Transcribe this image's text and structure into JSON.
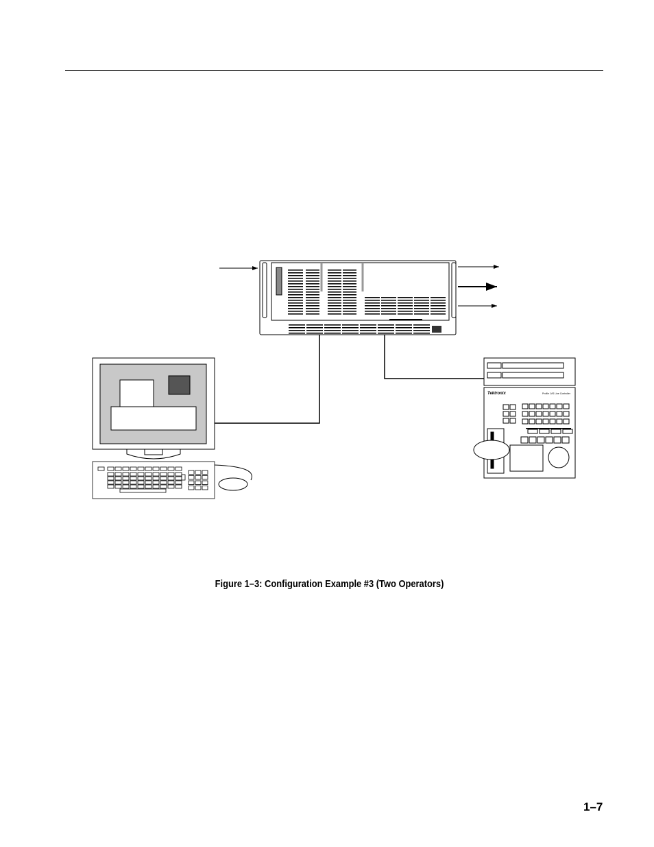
{
  "figure": {
    "caption": "Figure 1–3: Configuration Example #3 (Two Operators)",
    "controller_brand": "Tektronix",
    "controller_model": "Profile LVS Line Controller"
  },
  "page": {
    "number": "1–7"
  }
}
